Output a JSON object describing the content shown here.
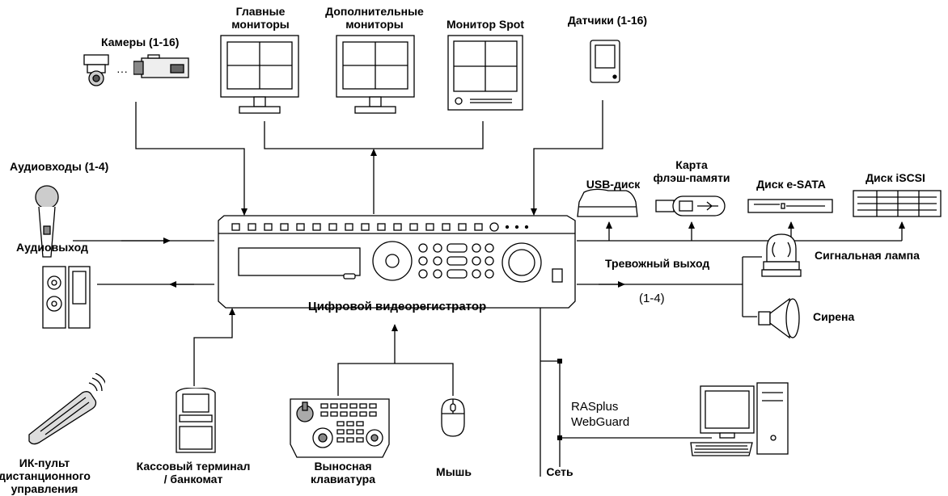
{
  "labels": {
    "cameras": "Камеры (1-16)",
    "main_monitors_1": "Главные",
    "main_monitors_2": "мониторы",
    "extra_monitors_1": "Дополнительные",
    "extra_monitors_2": "мониторы",
    "spot_monitor": "Монитор Spot",
    "sensors": "Датчики (1-16)",
    "audio_in": "Аудиовходы (1-4)",
    "audio_out": "Аудиовыход",
    "usb_disk": "USB-диск",
    "flash_card_1": "Карта",
    "flash_card_2": "флэш-памяти",
    "esata_disk": "Диск e-SATA",
    "iscsi_disk": "Диск iSCSI",
    "alarm_out": "Тревожный выход",
    "alarm_range": "(1-4)",
    "signal_lamp": "Сигнальная лампа",
    "siren": "Сирена",
    "dvr": "Цифровой видеорегистратор",
    "software_1": "RASplus",
    "software_2": "WebGuard",
    "remote_1": "ИК-пульт",
    "remote_2": "дистанционного",
    "remote_3": "управления",
    "pos_1": "Кассовый терминал",
    "pos_2": "/ банкомат",
    "keyboard_1": "Выносная",
    "keyboard_2": "клавиатура",
    "mouse": "Мышь",
    "network": "Сеть"
  },
  "icons": [
    "dome-camera-icon",
    "box-camera-icon",
    "monitor-icon",
    "spot-monitor-icon",
    "sensor-icon",
    "microphone-icon",
    "speaker-icon",
    "usb-disk-icon",
    "usb-flash-icon",
    "esata-disk-icon",
    "iscsi-disk-icon",
    "signal-lamp-icon",
    "siren-icon",
    "dvr-icon",
    "ir-remote-icon",
    "pos-terminal-icon",
    "keyboard-controller-icon",
    "mouse-icon",
    "computer-icon"
  ]
}
